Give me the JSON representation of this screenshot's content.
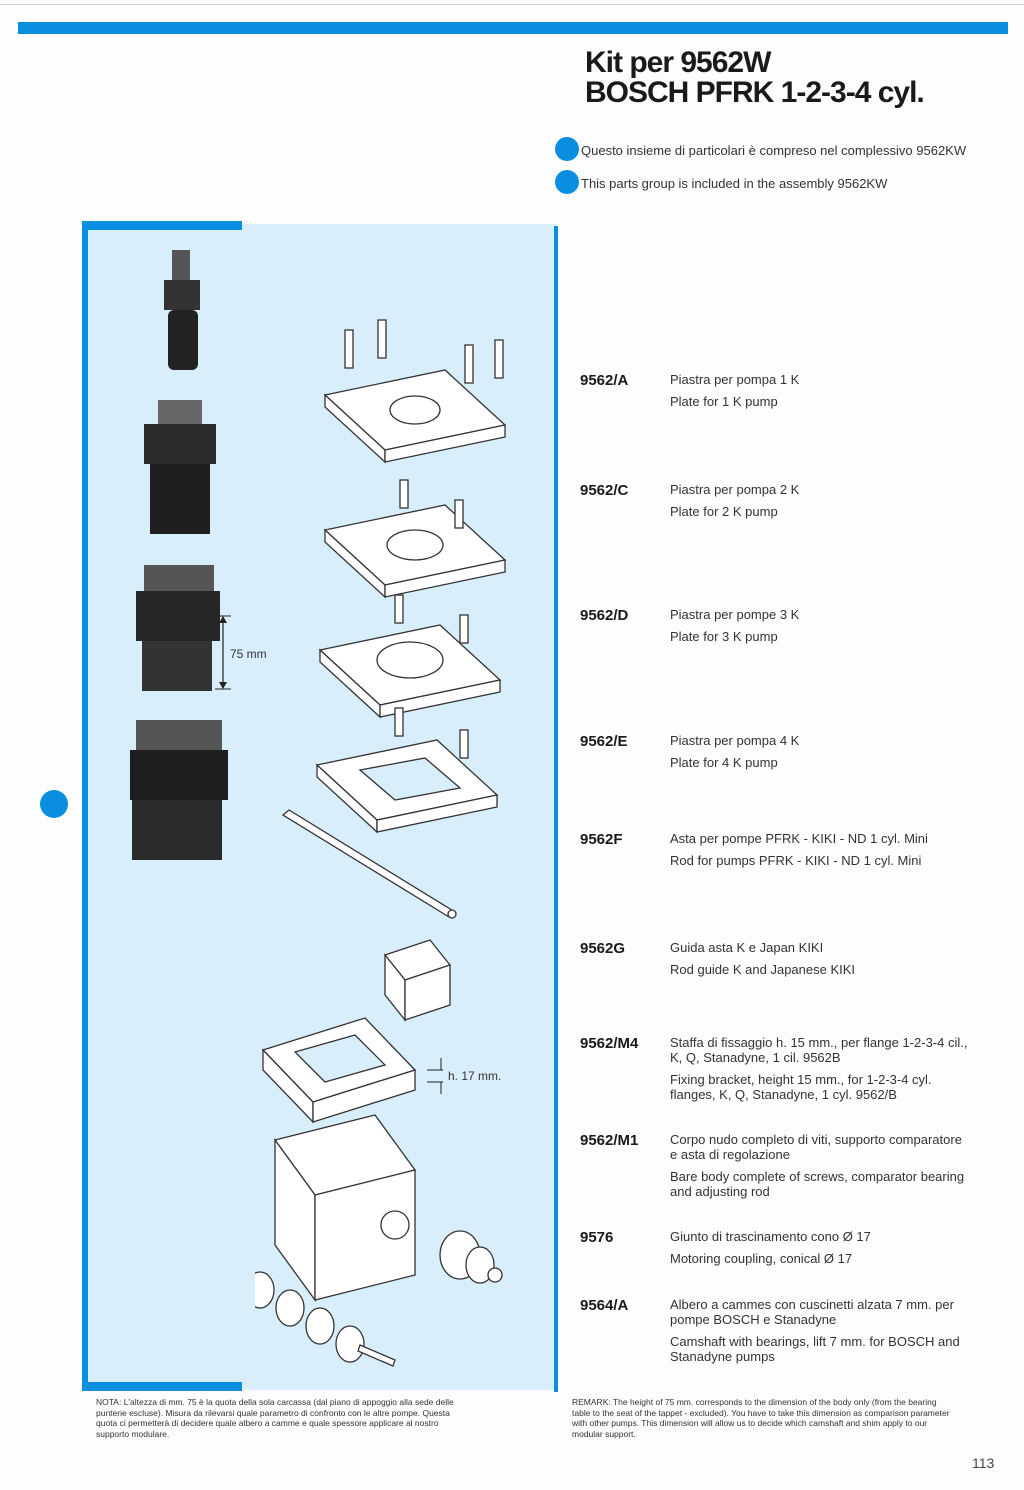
{
  "header": {
    "title_line1": "Kit per 9562W",
    "title_line2": "BOSCH PFRK 1-2-3-4 cyl.",
    "note_it": "Questo insieme di particolari è compreso nel complessivo 9562KW",
    "note_en": "This parts group is included in the assembly 9562KW"
  },
  "labels": {
    "dim_75": "75 mm",
    "dim_17": "h. 17 mm."
  },
  "items": [
    {
      "code": "9562/A",
      "it": "Piastra per pompa 1 K",
      "en": "Plate for 1 K pump"
    },
    {
      "code": "9562/C",
      "it": "Piastra per pompa 2 K",
      "en": "Plate for 2 K pump"
    },
    {
      "code": "9562/D",
      "it": "Piastra per pompe 3 K",
      "en": "Plate for 3 K pump"
    },
    {
      "code": "9562/E",
      "it": "Piastra per pompa 4 K",
      "en": "Plate for 4 K pump"
    },
    {
      "code": "9562F",
      "it": "Asta per pompe PFRK - KIKI - ND 1 cyl. Mini",
      "en": "Rod for pumps PFRK - KIKI - ND 1 cyl. Mini"
    },
    {
      "code": "9562G",
      "it": "Guida asta K e Japan KIKI",
      "en": "Rod guide K and Japanese KIKI"
    },
    {
      "code": "9562/M4",
      "it": "Staffa di fissaggio h. 15 mm., per flange 1-2-3-4 cil., K, Q, Stanadyne, 1 cil. 9562B",
      "en": "Fixing bracket, height 15 mm., for 1-2-3-4 cyl. flanges, K, Q, Stanadyne, 1 cyl. 9562/B"
    },
    {
      "code": "9562/M1",
      "it": "Corpo nudo completo di viti, supporto comparatore e asta di regolazione",
      "en": "Bare body complete of screws, comparator bearing and adjusting rod"
    },
    {
      "code": "9576",
      "it": "Giunto di trascinamento cono Ø 17",
      "en": "Motoring coupling, conical Ø 17"
    },
    {
      "code": "9564/A",
      "it": "Albero a cammes con cuscinetti alzata 7 mm. per pompe BOSCH e Stanadyne",
      "en": "Camshaft with bearings, lift 7 mm. for BOSCH and Stanadyne pumps"
    }
  ],
  "footer": {
    "nota": "NOTA: L'altezza di mm. 75 è la quota della sola carcassa (dal piano di appoggio alla sede delle punterie escluse). Misura da rilevarsi quale parametro di confronto con le altre pompe. Questa quota ci permetterà di decidere quale albero a camme e quale spessore applicare al nostro supporto modulare.",
    "remark": "REMARK: The height of 75 mm. corresponds to the dimension of the body only (from the bearing table to the seat of the tappet - excluded). You have to take this dimension as comparison parameter with other pumps. This dimension will allow us to decide which camshaft and shim apply to our modular support.",
    "page_number": "113"
  },
  "colors": {
    "accent": "#0a8fe0",
    "panel": "#d9eefb"
  }
}
